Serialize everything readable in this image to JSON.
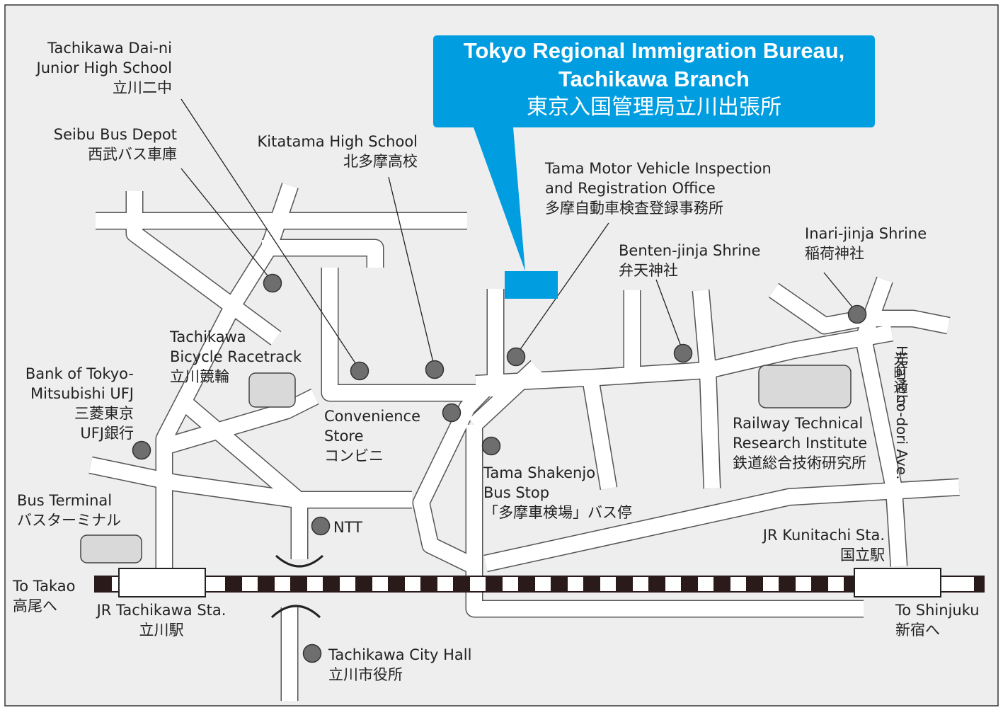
{
  "callout": {
    "title_en_1": "Tokyo Regional Immigration Bureau,",
    "title_en_2": "Tachikawa Branch",
    "title_jp": "東京入国管理局立川出張所"
  },
  "labels": {
    "dai_ni_1": "Tachikawa Dai-ni",
    "dai_ni_2": "Junior High School",
    "dai_ni_jp": "立川二中",
    "seibu_1": "Seibu Bus Depot",
    "seibu_jp": "西武バス車庫",
    "kitatama_1": "Kitatama High School",
    "kitatama_jp": "北多摩高校",
    "tama_motor_1": "Tama Motor Vehicle Inspection",
    "tama_motor_2": "and Registration Office",
    "tama_motor_jp": "多摩自動車検査登録事務所",
    "inari_1": "Inari-jinja Shrine",
    "inari_jp": "稲荷神社",
    "benten_1": "Benten-jinja Shrine",
    "benten_jp": "弁天神社",
    "bicycle_1": "Tachikawa",
    "bicycle_2": "Bicycle Racetrack",
    "bicycle_jp": "立川競輪",
    "bank_1": "Bank of Tokyo-",
    "bank_2": "Mitsubishi UFJ",
    "bank_jp_1": "三菱東京",
    "bank_jp_2": "UFJ銀行",
    "conv_1": "Convenience",
    "conv_2": "Store",
    "conv_jp": "コンビニ",
    "shakenjo_1": "Tama Shakenjo",
    "shakenjo_2": "Bus Stop",
    "shakenjo_jp": "「多摩車検場」バス停",
    "railway_1": "Railway Technical",
    "railway_2": "Research Institute",
    "railway_jp": "鉄道総合技術研究所",
    "avenue_en": "Hikaricho-dori Ave.",
    "avenue_jp": "光町通り",
    "bus_terminal_1": "Bus Terminal",
    "bus_terminal_jp": "バスターミナル",
    "ntt": "NTT",
    "kunitachi_1": "JR Kunitachi Sta.",
    "kunitachi_jp": "国立駅",
    "takao_1": "To Takao",
    "takao_jp": "高尾へ",
    "tachikawa_sta_1": "JR Tachikawa  Sta.",
    "tachikawa_sta_jp": "立川駅",
    "shinjuku_1": "To Shinjuku",
    "shinjuku_jp": "新宿へ",
    "city_hall_1": "Tachikawa City Hall",
    "city_hall_jp": "立川市役所"
  },
  "colors": {
    "callout_blue": "#009ee0",
    "map_background": "#eeeeee",
    "road": "#ffffff",
    "road_outline": "#555555",
    "building_fill": "#d9d9d9",
    "landmark_dot": "#6e6e6e",
    "rail_dark": "#2a1a1a"
  }
}
